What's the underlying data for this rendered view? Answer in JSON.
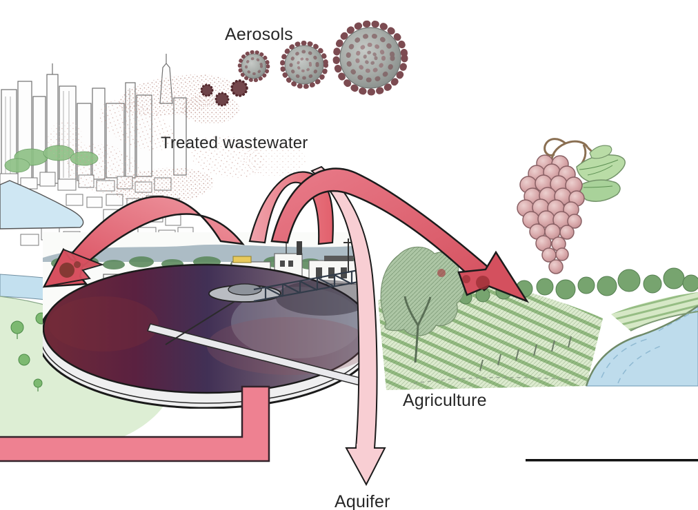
{
  "figure": {
    "type": "scientific-illustration",
    "topic": "treated wastewater reuse pathways",
    "labels": {
      "aerosols": "Aerosols",
      "treated_wastewater": "Treated wastewater",
      "agriculture": "Agriculture",
      "aquifer": "Aquifer"
    },
    "icons": [
      "coronavirus-icon-small",
      "coronavirus-icon-medium",
      "coronavirus-icon-large",
      "aerosol-plume",
      "city-illustration",
      "river",
      "park",
      "treatment-plant-photo",
      "clarifier-tank",
      "grapes-icon",
      "vineyard-illustration",
      "stream"
    ],
    "arrows": [
      {
        "name": "arrow-to-city-river",
        "style": "red-ribbon-arc"
      },
      {
        "name": "arrow-arch-salmon",
        "style": "salmon-ribbon-arc"
      },
      {
        "name": "arrow-to-agriculture",
        "style": "red-ribbon-arc"
      },
      {
        "name": "arrow-to-aquifer",
        "style": "pale-pink-ribbon-down"
      },
      {
        "name": "reuse-pipe-elbow",
        "style": "pink-pipe"
      }
    ],
    "colors": {
      "arrow_red": "#d7505f",
      "arrow_salmon": "#ec93a0",
      "arrow_pale_pink": "#f8ced3",
      "pipe_pink": "#ee8191",
      "outline": "#1b1b1b",
      "river_blue": "#bedcec",
      "field_green": "#cde3bd",
      "grape_pink": "#d9a8aa",
      "leaf_green": "#b9dca6",
      "virus_body": "#aeb3b0",
      "virus_spike": "#7c4b51",
      "tank_water_dark": "#4a2238",
      "scale_bar": "#111111"
    }
  }
}
